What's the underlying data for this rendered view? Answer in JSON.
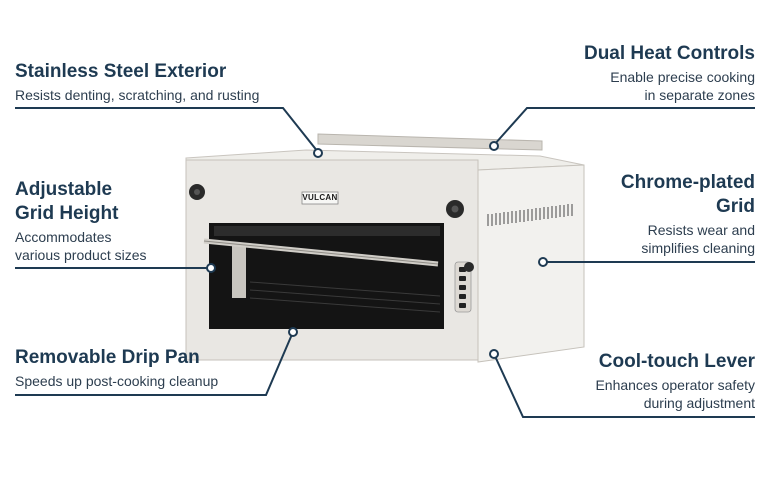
{
  "brand": "VULCAN",
  "callouts": [
    {
      "title": "Stainless Steel Exterior",
      "desc": "Resists denting, scratching, and rusting"
    },
    {
      "title": "Dual Heat Controls",
      "desc": "Enable precise cooking\nin separate zones"
    },
    {
      "title": "Adjustable\nGrid Height",
      "desc": "Accommodates\nvarious product sizes"
    },
    {
      "title": "Chrome-plated\nGrid",
      "desc": "Resists wear and\nsimplifies cleaning"
    },
    {
      "title": "Removable Drip Pan",
      "desc": "Speeds up post-cooking cleanup"
    },
    {
      "title": "Cool-touch Lever",
      "desc": "Enhances operator safety\nduring adjustment"
    }
  ],
  "colors": {
    "heading": "#1e3a52",
    "line": "#1e3a52",
    "body_metal": "#e8e6e2",
    "dark": "#1a1a1a"
  }
}
